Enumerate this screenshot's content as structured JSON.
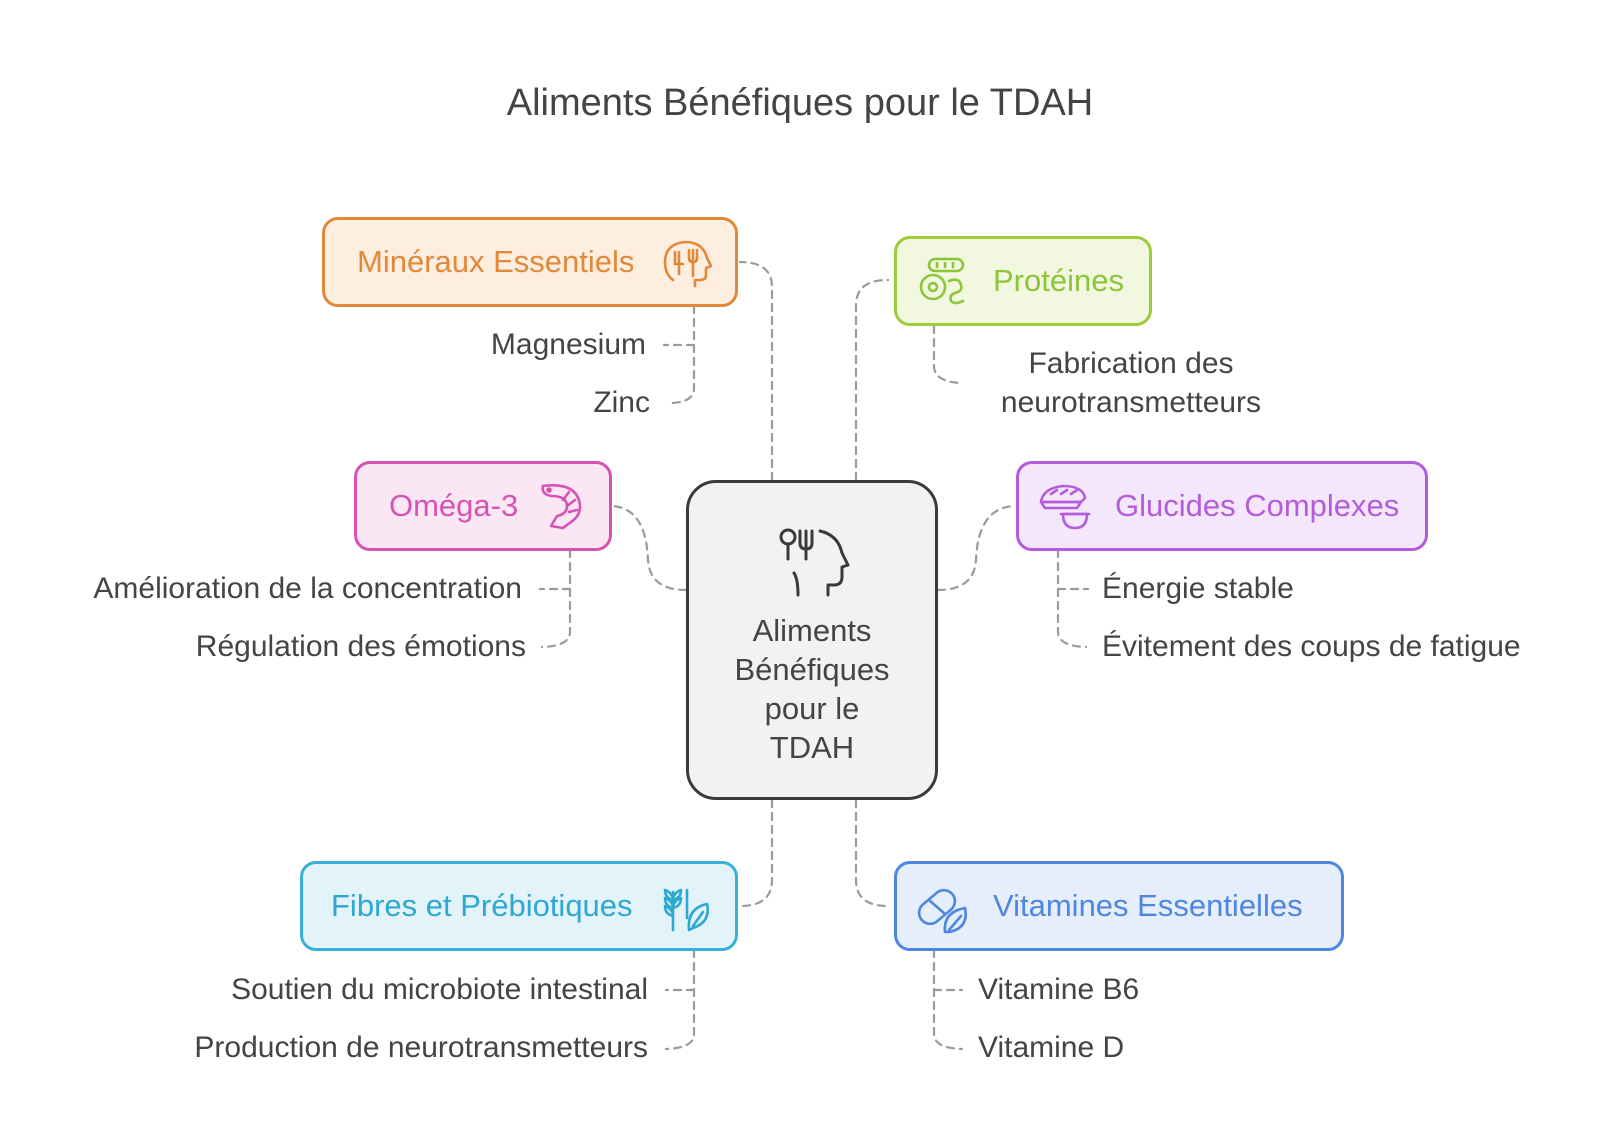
{
  "title": "Aliments Bénéfiques pour le TDAH",
  "center": {
    "lines": [
      "Aliments",
      "Bénéfiques",
      "pour le",
      "TDAH"
    ],
    "icon": "head-fork-knife-icon"
  },
  "categories": [
    {
      "id": "mineraux",
      "label": "Minéraux Essentiels",
      "icon": "head-fork-knife-icon",
      "color": "#e0893a",
      "items": [
        "Magnesium",
        "Zinc"
      ]
    },
    {
      "id": "proteines",
      "label": "Protéines",
      "icon": "meat-bread-icon",
      "color": "#8cc43a",
      "items": [
        "Fabrication des\nneurotransmetteurs"
      ]
    },
    {
      "id": "omega",
      "label": "Oméga-3",
      "icon": "shrimp-icon",
      "color": "#d652b4",
      "items": [
        "Amélioration de la concentration",
        "Régulation des émotions"
      ]
    },
    {
      "id": "glucides",
      "label": "Glucides Complexes",
      "icon": "bread-bowl-icon",
      "color": "#b35cdc",
      "items": [
        "Énergie stable",
        "Évitement des coups de fatigue"
      ]
    },
    {
      "id": "fibres",
      "label": "Fibres et Prébiotiques",
      "icon": "wheat-leaf-icon",
      "color": "#2ea8d0",
      "items": [
        "Soutien du microbiote intestinal",
        "Production de neurotransmetteurs"
      ]
    },
    {
      "id": "vitamines",
      "label": "Vitamines Essentielles",
      "icon": "pill-leaf-icon",
      "color": "#4f86e0",
      "items": [
        "Vitamine B6",
        "Vitamine D"
      ]
    }
  ]
}
